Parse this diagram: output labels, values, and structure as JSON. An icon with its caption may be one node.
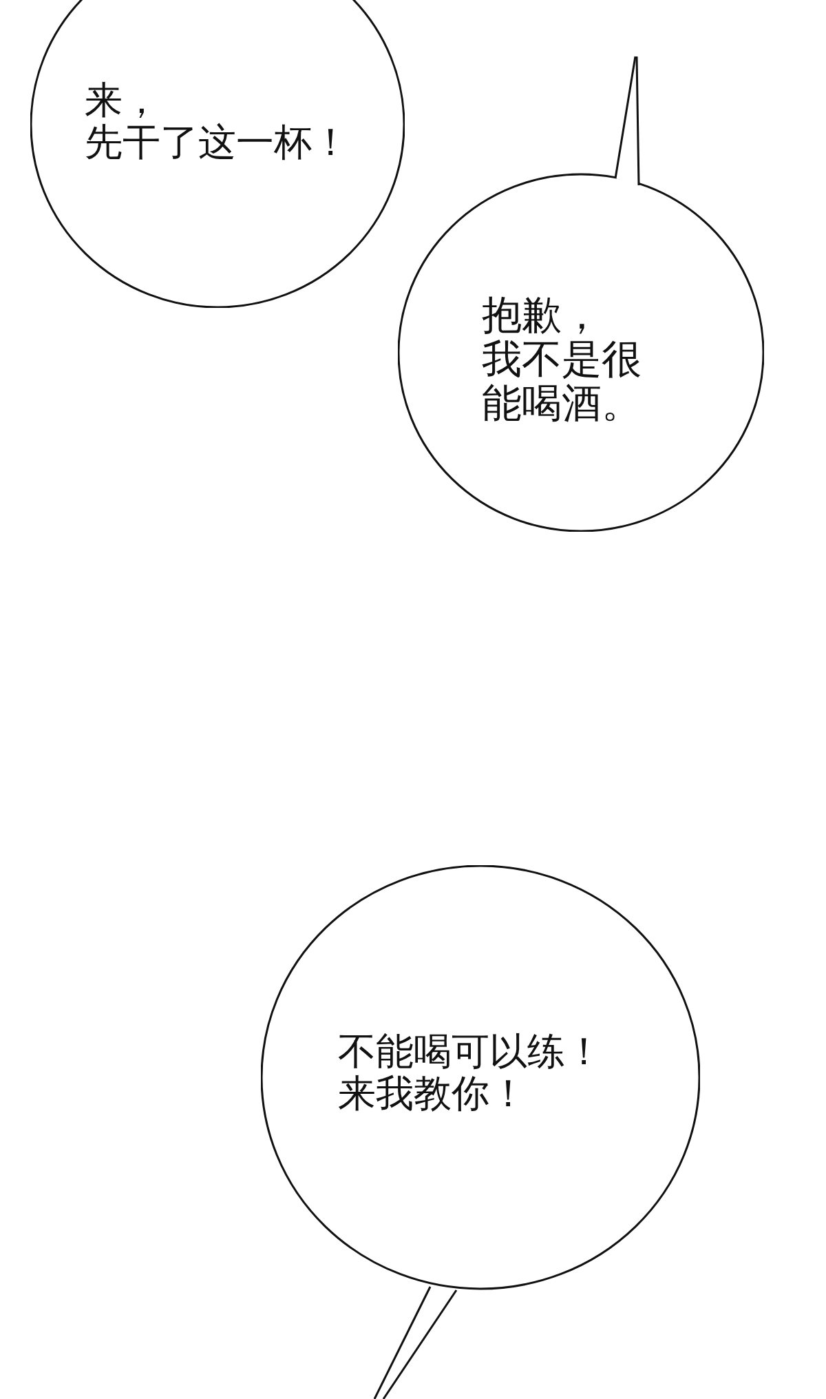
{
  "diagram": {
    "nodes": [
      {
        "text": [
          "来，先干了这一杯！"
        ]
      },
      {
        "text": [
          "抱歉，我不是很能喝酒。"
        ]
      },
      {
        "text": [
          "不能喝可以练！来我教你！"
        ]
      }
    ]
  }
}
